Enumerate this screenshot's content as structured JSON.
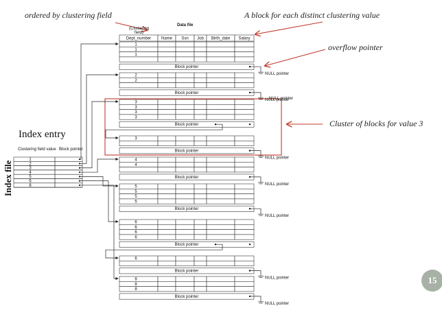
{
  "annotations": {
    "ordered": "ordered by clustering field",
    "block_each": "A block for each distinct clustering value",
    "overflow": "overflow pointer",
    "cluster": "Cluster of blocks for value 3"
  },
  "data_file": {
    "title": "Data file",
    "clustering_label": "(Clustering field)",
    "columns": [
      "Dept_number",
      "Name",
      "Ssn",
      "Job",
      "Birth_date",
      "Salary"
    ],
    "block_pointer_label": "Block pointer",
    "null_pointer_label": "NULL pointer",
    "blocks": [
      {
        "rows": [
          "1",
          "1",
          "1",
          ""
        ]
      },
      {
        "rows": [
          "2",
          "2",
          ""
        ]
      },
      {
        "rows": [
          "3",
          "3",
          "3",
          "3"
        ]
      },
      {
        "rows": [
          "3",
          ""
        ]
      },
      {
        "rows": [
          "4",
          "4",
          ""
        ]
      },
      {
        "rows": [
          "5",
          "5",
          "5",
          "5"
        ]
      },
      {
        "rows": [
          "6",
          "6",
          "6",
          "6"
        ]
      },
      {
        "rows": [
          "6",
          ""
        ]
      },
      {
        "rows": [
          "8",
          "8",
          "8"
        ]
      }
    ]
  },
  "index": {
    "title": "Index entry",
    "side_label": "Index file",
    "col1": "Clustering field value",
    "col2": "Block pointer",
    "values": [
      "1",
      "2",
      "3",
      "4",
      "5",
      "6",
      "8"
    ]
  },
  "page_number": "15",
  "colors": {
    "annotation_arrow": "#c0392b",
    "badge": "#a8b1a6"
  }
}
